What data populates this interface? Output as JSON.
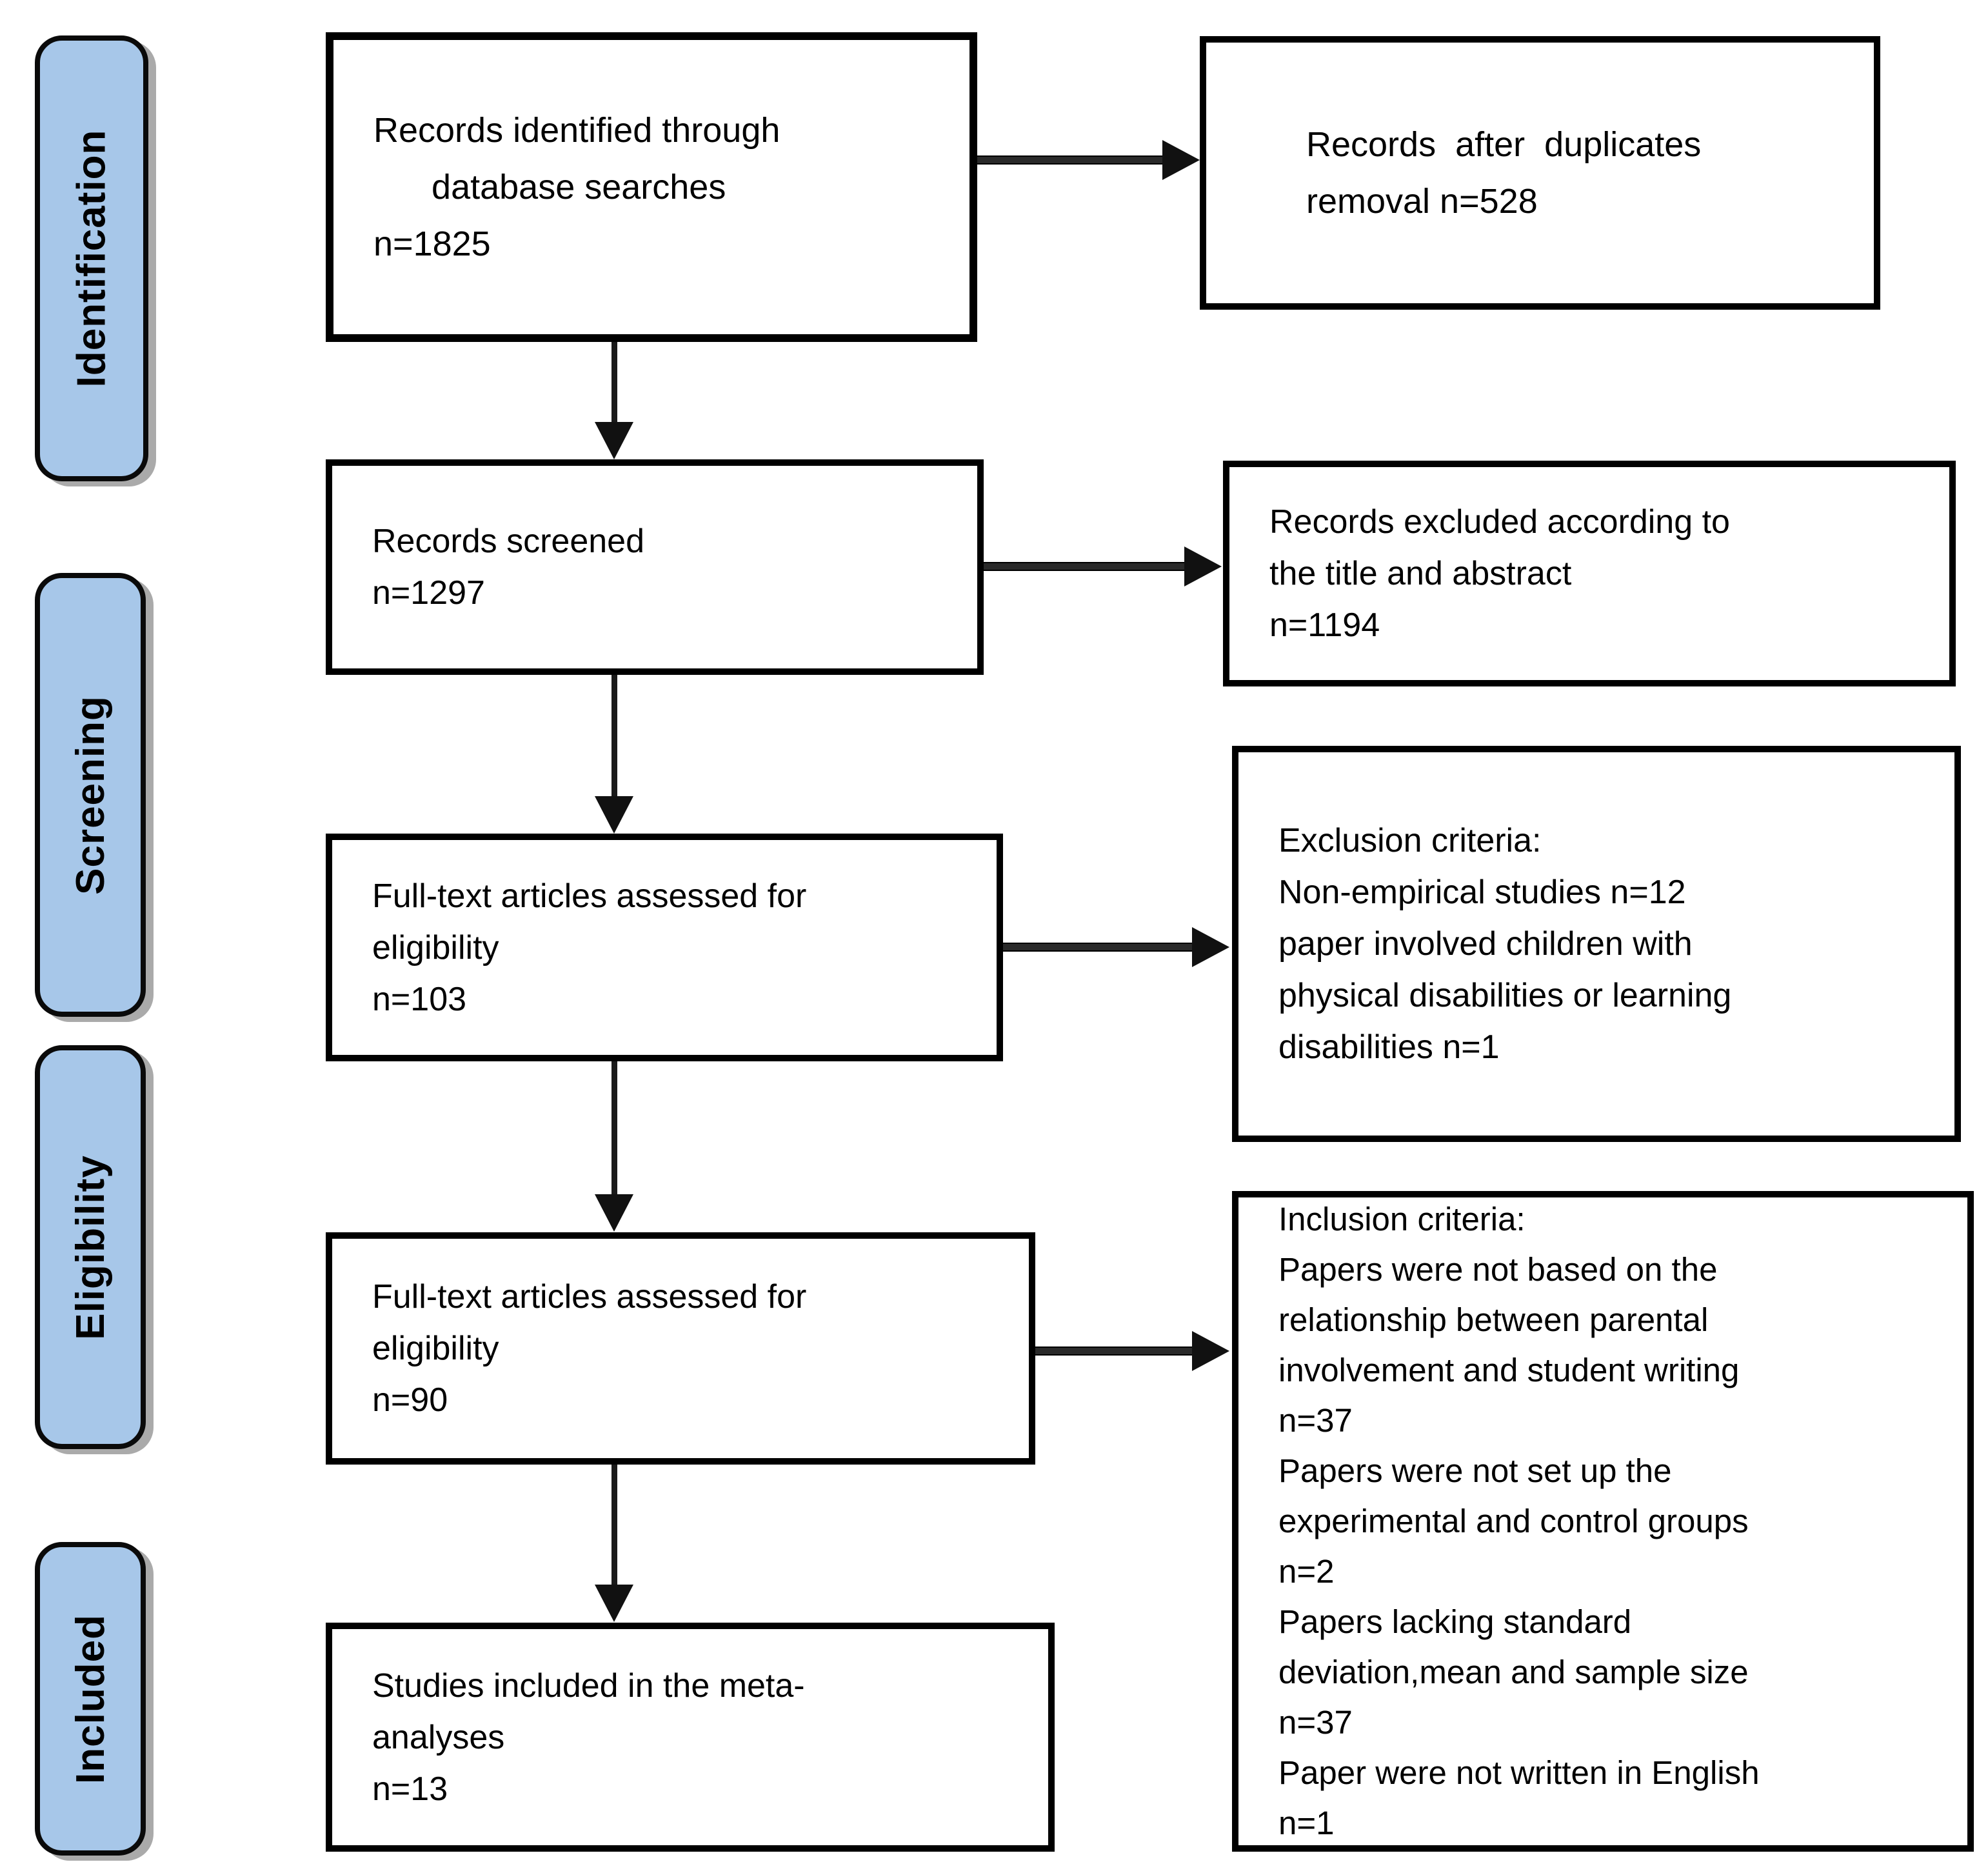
{
  "stages": [
    {
      "label": "Identification"
    },
    {
      "label": "Screening"
    },
    {
      "label": "Eligibility"
    },
    {
      "label": "Included"
    }
  ],
  "flow_boxes": [
    {
      "name": "records-identified",
      "text": "Records identified through\n      database searches\nn=1825"
    },
    {
      "name": "records-screened",
      "text": "Records screened\nn=1297"
    },
    {
      "name": "fulltext-assessed-103",
      "text": "Full-text articles assessed for\neligibility\nn=103"
    },
    {
      "name": "fulltext-assessed-90",
      "text": "Full-text articles assessed for\neligibility\nn=90"
    },
    {
      "name": "studies-included",
      "text": "Studies included in the meta-\nanalyses\nn=13"
    }
  ],
  "side_boxes": [
    {
      "name": "duplicates-removed",
      "text": "Records  after  duplicates\nremoval n=528"
    },
    {
      "name": "records-excluded",
      "text": "Records excluded according to\nthe title and abstract\nn=1194"
    },
    {
      "name": "exclusion-criteria",
      "text": "Exclusion criteria:\nNon-empirical studies n=12\npaper involved children with\nphysical disabilities or learning\ndisabilities n=1"
    },
    {
      "name": "inclusion-criteria",
      "text": "Inclusion criteria:\nPapers were not based on the\nrelationship between parental\ninvolvement and student writing\nn=37\nPapers were not set up the\nexperimental and control groups\nn=2\nPapers lacking standard\ndeviation,mean and sample size\nn=37\nPaper were not written in English\nn=1"
    }
  ],
  "colors": {
    "stage_fill": "#a7c7e9",
    "stage_border": "#0a0a0a",
    "box_fill": "#ffffff",
    "box_border": "#000000",
    "arrow": "#111111",
    "background": "#ffffff"
  }
}
